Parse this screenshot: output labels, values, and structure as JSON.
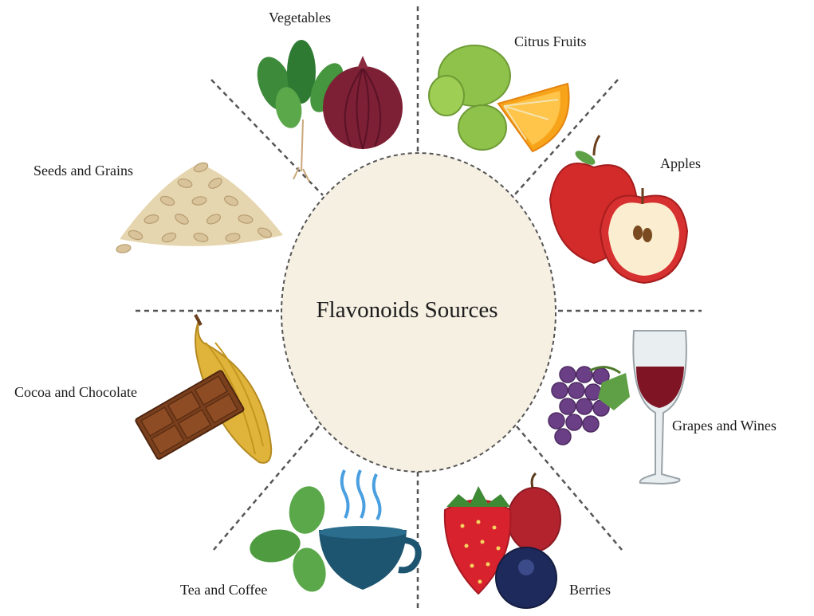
{
  "center": {
    "title": "Flavonoids Sources"
  },
  "sources": [
    {
      "label": "Vegetables",
      "icon": "vegetables-icon"
    },
    {
      "label": "Citrus Fruits",
      "icon": "citrus-fruits-icon"
    },
    {
      "label": "Apples",
      "icon": "apples-icon"
    },
    {
      "label": "Grapes and Wines",
      "icon": "grapes-and-wine-icon"
    },
    {
      "label": "Berries",
      "icon": "berries-icon"
    },
    {
      "label": "Tea and Coffee",
      "icon": "tea-cup-icon"
    },
    {
      "label": "Cocoa and Chocolate",
      "icon": "cocoa-and-chocolate-icon"
    },
    {
      "label": "Seeds and Grains",
      "icon": "seeds-and-grains-icon"
    }
  ],
  "colors": {
    "center_fill": "#f6f0e3",
    "divider": "#555555",
    "label_text": "#1a1a1a"
  }
}
